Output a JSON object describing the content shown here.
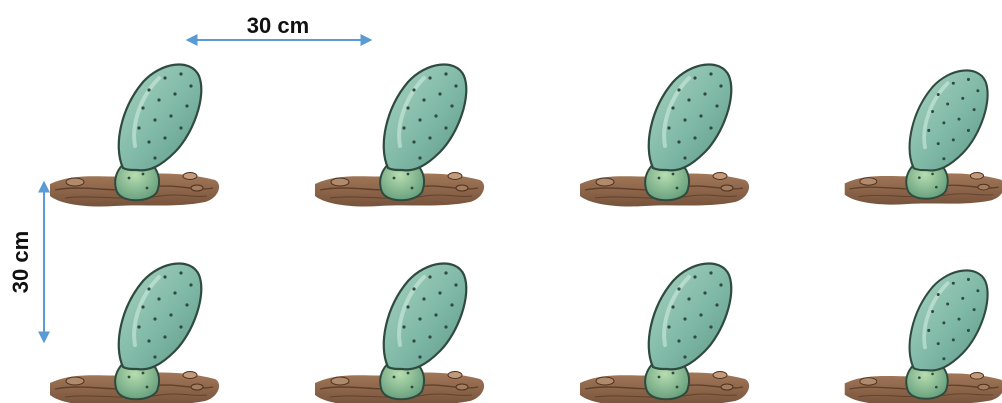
{
  "spacing": {
    "horizontal_label": "30 cm",
    "vertical_label": "30 cm"
  },
  "layout_grid": {
    "rows": 2,
    "columns": 4
  },
  "colors": {
    "arrow": "#5b9bd5",
    "pad_fill": "#7fb8a6",
    "pad_outline": "#2f4a3f",
    "soil": "#7a5236",
    "label_text": "#111111"
  },
  "icons": {
    "plant": "cactus-cutting-icon",
    "arrow": "double-arrow"
  }
}
